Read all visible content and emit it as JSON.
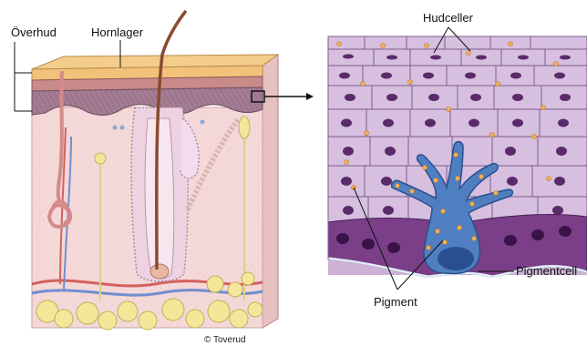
{
  "labels": {
    "overhud": "Överhud",
    "hornlager": "Hornlager",
    "hudceller": "Hudceller",
    "pigment": "Pigment",
    "pigmentcell": "Pigmentcell"
  },
  "credit": "© Toverud",
  "colors": {
    "horn_layer": "#f2c27a",
    "epidermis_band": "#c98a8a",
    "dermis": "#f5d8d8",
    "fat": "#f4e79a",
    "hair": "#8a4a30",
    "cell_fill": "#cdb2d6",
    "cell_line": "#7e5c8e",
    "nucleus": "#5a2a6a",
    "basal_cell": "#7a3f88",
    "melanocyte": "#4f7fc0",
    "pigment_dot": "#f0b060",
    "membrane": "#dff0f7"
  },
  "icons": [
    "hair-follicle",
    "blood-vessel",
    "sweat-gland",
    "nerve-ending",
    "fat-lobule"
  ]
}
